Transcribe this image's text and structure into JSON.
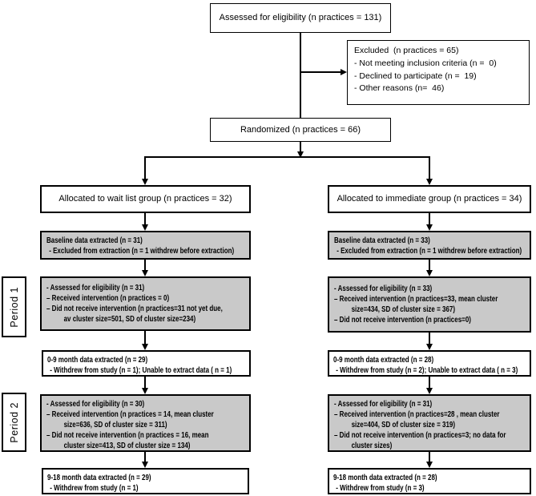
{
  "colors": {
    "gray_box_fill": "#c9c9c9",
    "box_border": "#000000",
    "line_color": "#000000",
    "background": "#ffffff"
  },
  "period_labels": {
    "period1": "Period 1",
    "period2": "Period 2"
  },
  "boxes": {
    "assessed": {
      "text": "Assessed for eligibility (n practices = 131)"
    },
    "excluded": {
      "lines": [
        "Excluded  (n practices = 65)",
        "- Not meeting inclusion criteria (n =  0)",
        "- Declined to participate (n =  19)",
        "- Other reasons (n=  46)"
      ]
    },
    "randomized": {
      "text": "Randomized (n practices = 66)"
    },
    "allocated_wait": {
      "text": "Allocated to wait list group (n practices = 32)"
    },
    "allocated_immediate": {
      "text": "Allocated to immediate group (n practices = 34)"
    },
    "wait_baseline": {
      "lines": [
        "Baseline data extracted (n = 31)",
        "- Excluded from extraction (n = 1 withdrew before extraction)"
      ]
    },
    "immediate_baseline": {
      "lines": [
        "Baseline data extracted (n = 33)",
        "- Excluded from extraction (n = 1 withdrew before extraction)"
      ]
    },
    "wait_period1": {
      "lines": [
        "- Assessed for eligibility (n = 31)",
        "– Received intervention (n practices = 0)",
        "– Did not receive intervention (n practices=31 not yet due,",
        "av cluster size=501, SD of cluster size=234)"
      ]
    },
    "immediate_period1": {
      "lines": [
        "- Assessed for eligibility (n = 33)",
        "– Received intervention (n practices=33, mean cluster",
        "size=434, SD of cluster size = 367)",
        "– Did not receive intervention (n practices=0)"
      ]
    },
    "wait_0_9": {
      "lines": [
        "0-9 month data extracted (n = 29)",
        "- Withdrew from study (n = 1); Unable to extract data ( n = 1)"
      ]
    },
    "immediate_0_9": {
      "lines": [
        "0-9 month data extracted (n = 28)",
        "- Withdrew from study (n = 2); Unable to extract data ( n = 3)"
      ]
    },
    "wait_period2": {
      "lines": [
        "- Assessed for eligibility (n = 30)",
        "– Received intervention (n practices = 14, mean cluster",
        "size=636, SD of cluster size = 311)",
        "– Did not receive intervention (n practices = 16, mean",
        "cluster size=413, SD of cluster size = 134)"
      ]
    },
    "immediate_period2": {
      "lines": [
        "- Assessed for eligibility (n = 31)",
        "– Received intervention (n practices=28 , mean cluster",
        "size=404, SD of cluster size = 319)",
        "– Did not receive intervention (n practices=3; no data for",
        "cluster sizes)"
      ]
    },
    "wait_9_18": {
      "lines": [
        "9-18 month data extracted (n = 29)",
        "- Withdrew from study (n = 1)"
      ]
    },
    "immediate_9_18": {
      "lines": [
        "9-18 month data extracted (n = 28)",
        "- Withdrew from study (n = 3)"
      ]
    }
  }
}
